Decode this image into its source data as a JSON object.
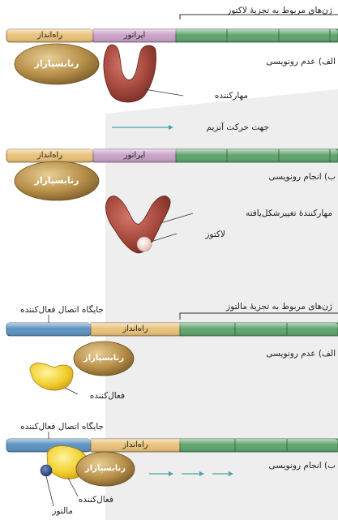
{
  "lac": {
    "genes_label": "ژن‌های مربوط به تجزیهٔ لاکتوز",
    "a": {
      "promoter": "راه‌انداز",
      "operator": "اپراتور",
      "polymerase": "رنابسپاراز",
      "caption": "الف) عدم رونویسی",
      "repressor_label": "مهارکننده"
    },
    "direction_label": "جهت حرکت آنزیم",
    "b": {
      "promoter": "راه‌انداز",
      "operator": "اپراتور",
      "polymerase": "رنابسپاراز",
      "caption": "ب) انجام رونویسی",
      "repressor_label": "مهارکنندهٔ تغییرشکل‌یافته",
      "lactose_label": "لاکتوز"
    }
  },
  "mal": {
    "genes_label": "ژن‌های مربوط به تجزیهٔ مالتوز",
    "a": {
      "site_label": "جایگاه اتصال فعال‌کننده",
      "promoter": "راه‌انداز",
      "polymerase": "رنابسپاراز",
      "caption": "الف) عدم رونویسی",
      "activator_label": "فعال‌کننده"
    },
    "b": {
      "site_label": "جایگاه اتصال فعال‌کننده",
      "promoter": "راه‌انداز",
      "polymerase": "رنابسپاراز",
      "caption": "ب) انجام رونویسی",
      "activator_label": "فعال‌کننده",
      "maltose_label": "مالتوز"
    }
  },
  "colors": {
    "promoter": "#e9c27a",
    "operator": "#c9a2c8",
    "genes": "#5fa46e",
    "site": "#5b93c2",
    "polymerase": "#b8904a",
    "repressor": "#a2453a",
    "activator": "#f2cf2e",
    "maltose": "#2c4a8c",
    "arrow": "#4aa3a8"
  }
}
